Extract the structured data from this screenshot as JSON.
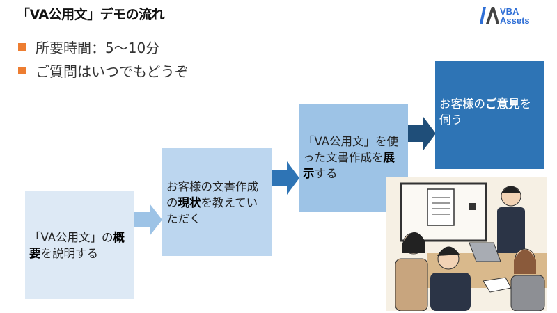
{
  "title": "「VA公用文」デモの流れ",
  "logo": {
    "line1": "VBA",
    "line2": "Assets",
    "color": "#2f6fd6"
  },
  "bullets": [
    {
      "text": "所要時間：5～10分"
    },
    {
      "text": "ご質問はいつでもどうぞ"
    }
  ],
  "bullet_color": "#ed7d31",
  "steps": [
    {
      "pre": "「VA公用文」の",
      "bold": "概要",
      "post": "を説明する",
      "color": "#dde9f5"
    },
    {
      "pre": "お客様の文書作成の",
      "bold": "現状",
      "post": "を教えていただく",
      "color": "#bcd6ef"
    },
    {
      "pre": "「VA公用文」を使った文書作成を",
      "bold": "展示",
      "post": "する",
      "color": "#9dc3e6"
    },
    {
      "pre": "お客様の",
      "bold": "ご意見",
      "post": "を伺う",
      "color": "#2e74b5"
    }
  ],
  "arrow_colors": [
    "#9dc3e6",
    "#2e74b5",
    "#1f4e79"
  ],
  "illustration": {
    "icon": "presentation-meeting-illustration"
  }
}
